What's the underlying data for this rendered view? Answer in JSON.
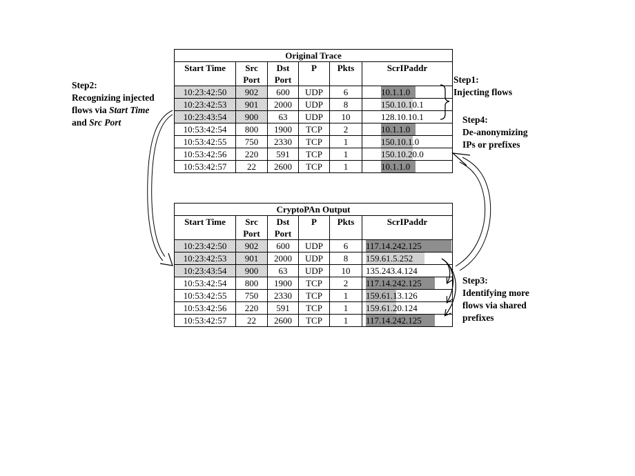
{
  "columns": [
    "Start Time",
    "Src Port",
    "Dst Port",
    "P",
    "Pkts",
    "ScrIPaddr"
  ],
  "original": {
    "title": "Original Trace",
    "rows": [
      {
        "start": "10:23:42:50",
        "src": "902",
        "dst": "600",
        "p": "UDP",
        "pkts": "6",
        "ip": "10.1.1.0",
        "hl": "dark",
        "hlw": 50,
        "hatch": true
      },
      {
        "start": "10:23:42:53",
        "src": "901",
        "dst": "2000",
        "p": "UDP",
        "pkts": "8",
        "ip": "150.10.10.1",
        "hl": "light",
        "hlw": 46,
        "hatch": true
      },
      {
        "start": "10:23:43:54",
        "src": "900",
        "dst": "63",
        "p": "UDP",
        "pkts": "10",
        "ip": "128.10.10.1",
        "hl": "",
        "hlw": 0,
        "hatch": true
      },
      {
        "start": "10:53:42:54",
        "src": "800",
        "dst": "1900",
        "p": "TCP",
        "pkts": "2",
        "ip": "10.1.1.0",
        "hl": "dark",
        "hlw": 50,
        "hatch": false
      },
      {
        "start": "10:53:42:55",
        "src": "750",
        "dst": "2330",
        "p": "TCP",
        "pkts": "1",
        "ip": "150.10.1.0",
        "hl": "mid",
        "hlw": 46,
        "hatch": false
      },
      {
        "start": "10:53:42:56",
        "src": "220",
        "dst": "591",
        "p": "TCP",
        "pkts": "1",
        "ip": "150.10.20.0",
        "hl": "light",
        "hlw": 46,
        "hatch": false
      },
      {
        "start": "10:53:42:57",
        "src": "22",
        "dst": "2600",
        "p": "TCP",
        "pkts": "1",
        "ip": "10.1.1.0",
        "hl": "dark",
        "hlw": 50,
        "hatch": false
      }
    ]
  },
  "output": {
    "title": "CryptoPAn Output",
    "rows": [
      {
        "start": "10:23:42:50",
        "src": "902",
        "dst": "600",
        "p": "UDP",
        "pkts": "6",
        "ip": "117.14.242.125",
        "hl": "dark",
        "hlw": 124,
        "hatch": true
      },
      {
        "start": "10:23:42:53",
        "src": "901",
        "dst": "2000",
        "p": "UDP",
        "pkts": "8",
        "ip": "159.61.5.252",
        "hl": "light",
        "hlw": 85,
        "hatch": true
      },
      {
        "start": "10:23:43:54",
        "src": "900",
        "dst": "63",
        "p": "UDP",
        "pkts": "10",
        "ip": "135.243.4.124",
        "hl": "",
        "hlw": 0,
        "hatch": true
      },
      {
        "start": "10:53:42:54",
        "src": "800",
        "dst": "1900",
        "p": "TCP",
        "pkts": "2",
        "ip": "117.14.242.125",
        "hl": "dark",
        "hlw": 100,
        "hatch": false
      },
      {
        "start": "10:53:42:55",
        "src": "750",
        "dst": "2330",
        "p": "TCP",
        "pkts": "1",
        "ip": "159.61.13.126",
        "hl": "mid",
        "hlw": 44,
        "hatch": false
      },
      {
        "start": "10:53:42:56",
        "src": "220",
        "dst": "591",
        "p": "TCP",
        "pkts": "1",
        "ip": "159.61.20.124",
        "hl": "light",
        "hlw": 44,
        "hatch": false
      },
      {
        "start": "10:53:42:57",
        "src": "22",
        "dst": "2600",
        "p": "TCP",
        "pkts": "1",
        "ip": "117.14.242.125",
        "hl": "dark",
        "hlw": 100,
        "hatch": false
      }
    ]
  },
  "steps": {
    "step1": {
      "title": "Step1:",
      "text": "Injecting flows"
    },
    "step2": {
      "title": "Step2:",
      "line1": "Recognizing injected",
      "line2_prefix": "flows via ",
      "line2_em": "Start Time",
      "line3_prefix": "and ",
      "line3_em": "Src Port"
    },
    "step3": {
      "title": "Step3:",
      "line1": "Identifying more",
      "line2": "flows via shared",
      "line3": "prefixes"
    },
    "step4": {
      "title": "Step4:",
      "line1": "De-anonymizing",
      "line2": "IPs or prefixes"
    }
  }
}
